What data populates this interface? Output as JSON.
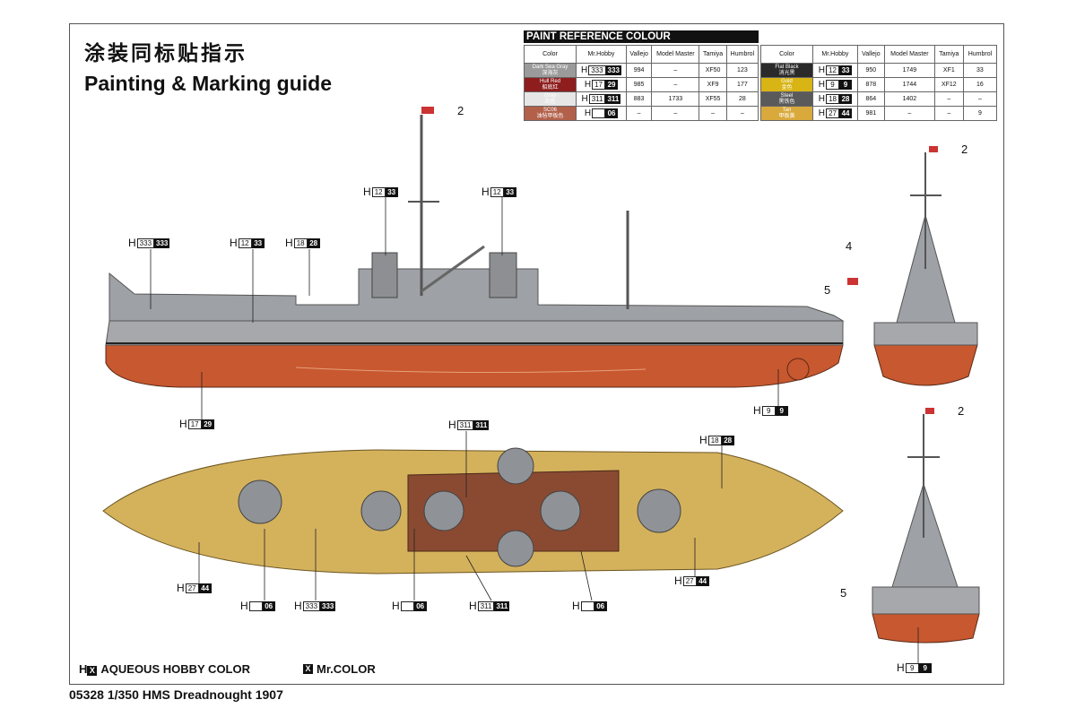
{
  "title_cn": "涂装同标贴指示",
  "title_en": "Painting & Marking guide",
  "paint_reference": {
    "title": "PAINT  REFERENCE COLOUR",
    "headers": [
      "Color",
      "Mr.Hobby",
      "Vallejo",
      "Model Master",
      "Tamiya",
      "Humbrol"
    ],
    "left": [
      {
        "name": "Dark Sea Gray",
        "cn": "深海灰",
        "swatch": "#9b9b9b",
        "h1": "333",
        "h2": "333",
        "vallejo": "994",
        "mm": "–",
        "tamiya": "XF50",
        "humbrol": "123"
      },
      {
        "name": "Hull Red",
        "cn": "船底红",
        "swatch": "#8e1e1e",
        "h1": "17",
        "h2": "29",
        "vallejo": "985",
        "mm": "–",
        "tamiya": "XF9",
        "humbrol": "177"
      },
      {
        "name": "Gray",
        "cn": "灰色",
        "swatch": "#e6e6e6",
        "h1": "311",
        "h2": "311",
        "vallejo": "883",
        "mm": "1733",
        "tamiya": "XF55",
        "humbrol": "28"
      },
      {
        "name": "SC06",
        "cn": "油毡甲板色",
        "swatch": "#b2604a",
        "h1": "",
        "h2": "06",
        "vallejo": "–",
        "mm": "–",
        "tamiya": "–",
        "humbrol": "–"
      }
    ],
    "right": [
      {
        "name": "Flat Black",
        "cn": "消光黑",
        "swatch": "#2a2a2a",
        "h1": "12",
        "h2": "33",
        "vallejo": "950",
        "mm": "1749",
        "tamiya": "XF1",
        "humbrol": "33"
      },
      {
        "name": "Gold",
        "cn": "金色",
        "swatch": "#d8b515",
        "h1": "9",
        "h2": "9",
        "vallejo": "878",
        "mm": "1744",
        "tamiya": "XF12",
        "humbrol": "16"
      },
      {
        "name": "Steel",
        "cn": "黑铁色",
        "swatch": "#5a5a5a",
        "h1": "18",
        "h2": "28",
        "vallejo": "864",
        "mm": "1402",
        "tamiya": "–",
        "humbrol": "–"
      },
      {
        "name": "Tan",
        "cn": "甲板黄",
        "swatch": "#d9a93c",
        "h1": "27",
        "h2": "44",
        "vallejo": "981",
        "mm": "–",
        "tamiya": "–",
        "humbrol": "9"
      }
    ]
  },
  "callout_prefix": "H",
  "callouts": [
    {
      "w": "333",
      "b": "333"
    },
    {
      "w": "12",
      "b": "33"
    },
    {
      "w": "18",
      "b": "28"
    },
    {
      "w": "12",
      "b": "33"
    },
    {
      "w": "12",
      "b": "33"
    },
    {
      "w": "17",
      "b": "29"
    },
    {
      "w": "9",
      "b": "9"
    },
    {
      "w": "311",
      "b": "311"
    },
    {
      "w": "18",
      "b": "28"
    },
    {
      "w": "27",
      "b": "44"
    },
    {
      "w": "",
      "b": "06"
    },
    {
      "w": "333",
      "b": "333"
    },
    {
      "w": "",
      "b": "06"
    },
    {
      "w": "311",
      "b": "311"
    },
    {
      "w": "",
      "b": "06"
    },
    {
      "w": "27",
      "b": "44"
    },
    {
      "w": "9",
      "b": "9"
    }
  ],
  "markers": [
    "2",
    "2",
    "4",
    "5",
    "2",
    "5"
  ],
  "legend": {
    "aqueous_prefix": "H",
    "aqueous": "AQUEOUS HOBBY COLOR",
    "mr_color": "Mr.COLOR",
    "x": "X"
  },
  "footer": "05328  1/350  HMS Dreadnought 1907"
}
